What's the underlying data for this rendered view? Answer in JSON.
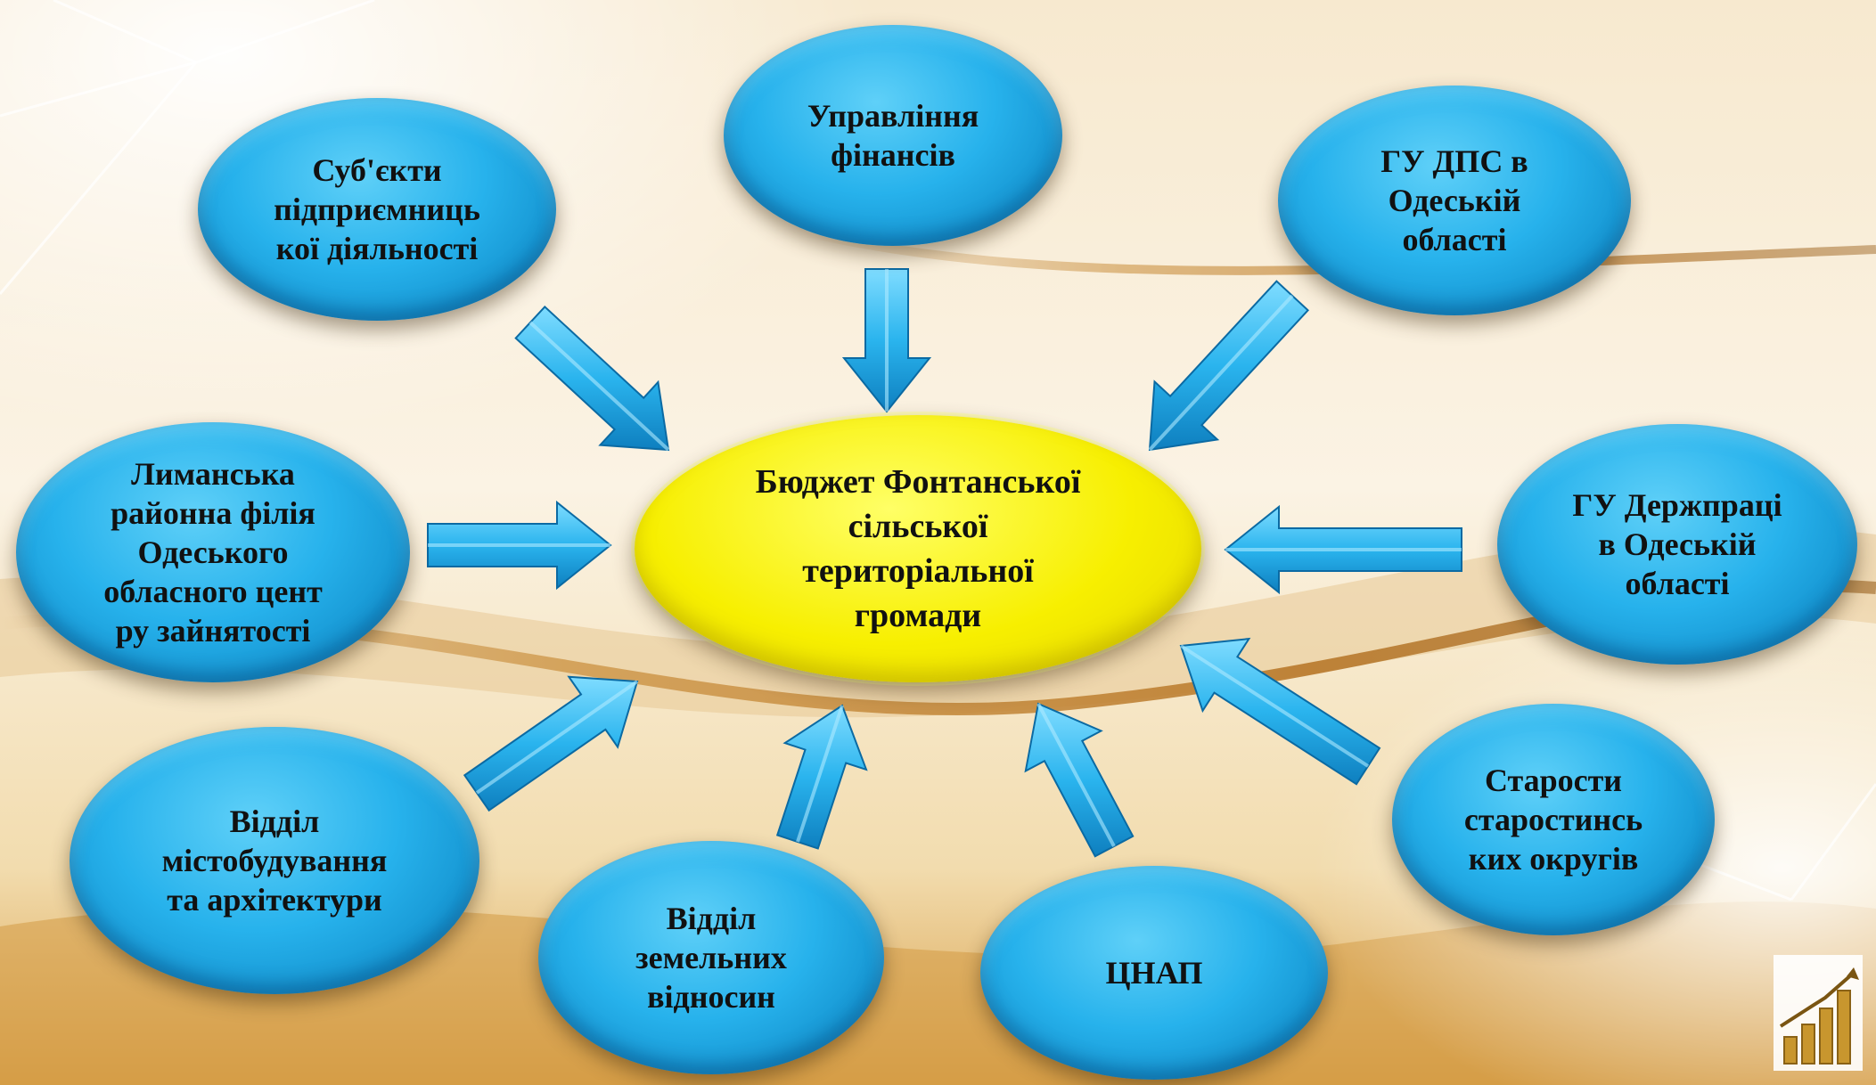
{
  "center": {
    "label": "Бюджет Фонтанської\nсільської\nтериторіальної\nгромади",
    "color": "#f5ed00"
  },
  "nodes": [
    {
      "id": "subjects",
      "label": "Суб'єкти\nпідприємниць\nкої діяльності"
    },
    {
      "id": "finance",
      "label": "Управління\nфінансів"
    },
    {
      "id": "dps",
      "label": "ГУ ДПС  в\nОдеській\nобласті"
    },
    {
      "id": "employment",
      "label": "Лиманська\nрайонна філія\nОдеського\nобласного цент\nру зайнятості"
    },
    {
      "id": "derzhpraci",
      "label": "ГУ Держпраці\nв Одеській\nобласті"
    },
    {
      "id": "urban",
      "label": "Відділ\nмістобудування\nта архітектури"
    },
    {
      "id": "land",
      "label": "Відділ\nземельних\nвідносин"
    },
    {
      "id": "cnap",
      "label": "ЦНАП"
    },
    {
      "id": "starosty",
      "label": "Старости\nстаростинсь\nких округів"
    }
  ],
  "colors": {
    "node": "#1fa8e6",
    "arrow": "#2ab4ee",
    "center": "#f5ed00"
  },
  "icons": {
    "corner": "growth-chart-icon"
  }
}
